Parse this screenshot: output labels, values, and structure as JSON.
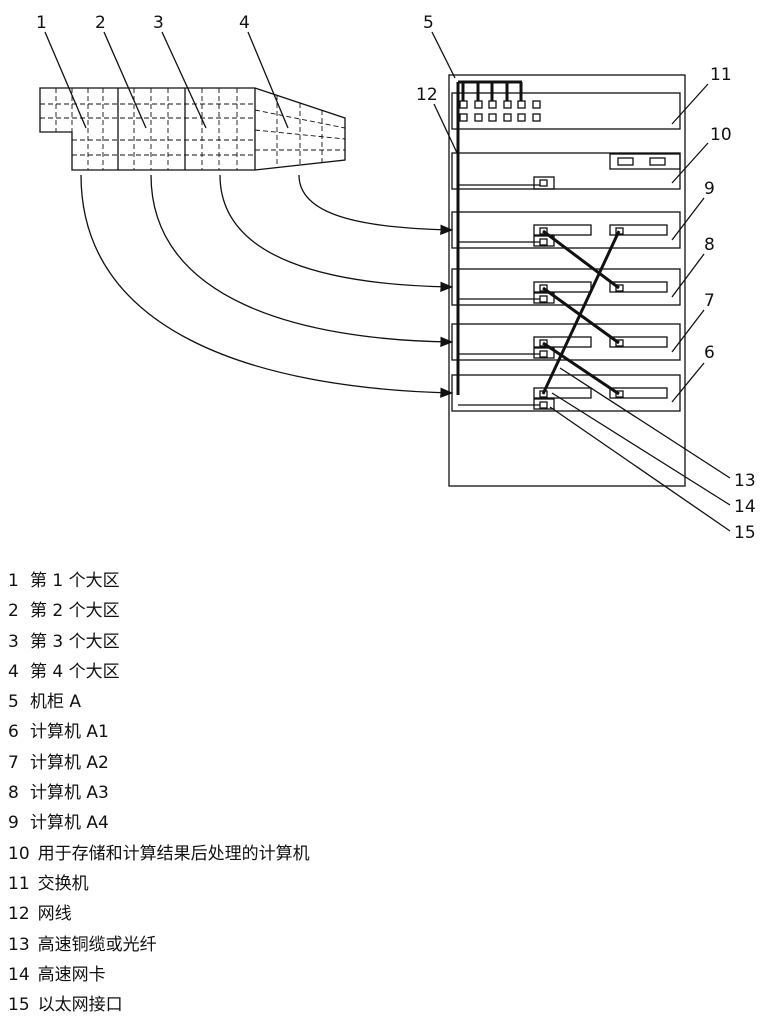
{
  "callouts": [
    "1",
    "2",
    "3",
    "4",
    "5",
    "6",
    "7",
    "8",
    "9",
    "10",
    "11",
    "12",
    "13",
    "14",
    "15"
  ],
  "legend": [
    {
      "num": "1",
      "text": "第 1 个大区"
    },
    {
      "num": "2",
      "text": "第 2 个大区"
    },
    {
      "num": "3",
      "text": "第 3 个大区"
    },
    {
      "num": "4",
      "text": "第 4 个大区"
    },
    {
      "num": "5",
      "text": "机柜 A"
    },
    {
      "num": "6",
      "text": "计算机 A1"
    },
    {
      "num": "7",
      "text": "计算机 A2"
    },
    {
      "num": "8",
      "text": "计算机 A3"
    },
    {
      "num": "9",
      "text": "计算机 A4"
    },
    {
      "num": "10",
      "text": "用于存储和计算结果后处理的计算机"
    },
    {
      "num": "11",
      "text": "交换机"
    },
    {
      "num": "12",
      "text": "网线"
    },
    {
      "num": "13",
      "text": "高速铜缆或光纤"
    },
    {
      "num": "14",
      "text": "高速网卡"
    },
    {
      "num": "15",
      "text": "以太网接口"
    }
  ]
}
